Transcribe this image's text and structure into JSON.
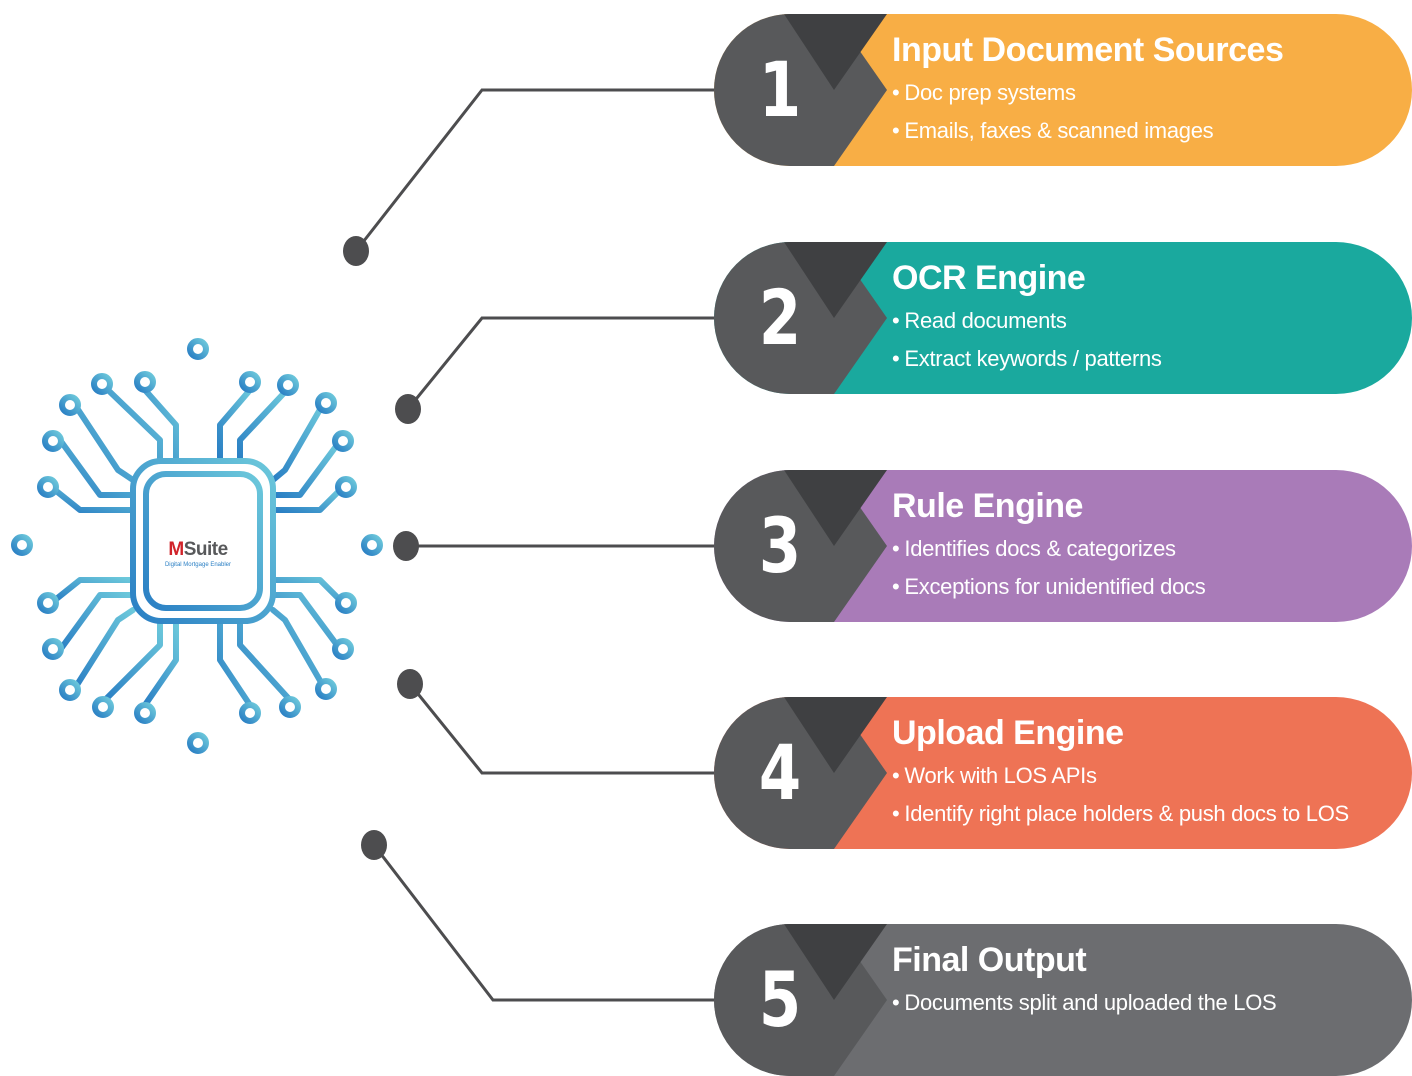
{
  "logo": {
    "brand": "MSuite",
    "tagline": "Digital Mortgage Enabler"
  },
  "steps": [
    {
      "number": "1",
      "title": "Input Document Sources",
      "color": "#f8ae45",
      "bullets": [
        "Doc prep systems",
        "Emails, faxes & scanned images"
      ]
    },
    {
      "number": "2",
      "title": "OCR Engine",
      "color": "#1aa99e",
      "bullets": [
        "Read documents",
        "Extract keywords / patterns"
      ]
    },
    {
      "number": "3",
      "title": "Rule Engine",
      "color": "#a97bb8",
      "bullets": [
        "Identifies docs & categorizes",
        "Exceptions for unidentified docs"
      ]
    },
    {
      "number": "4",
      "title": "Upload Engine",
      "color": "#ee7355",
      "bullets": [
        "Work with LOS APIs",
        "Identify right place holders  & push docs to LOS"
      ]
    },
    {
      "number": "5",
      "title": "Final Output",
      "color": "#6c6d70",
      "bullets": [
        "Documents split and uploaded the LOS"
      ]
    }
  ],
  "colors": {
    "number_zone": "#58595b",
    "number_zone_dark": "#3f4042",
    "connector": "#4d4d4f",
    "circuit_light": "#6cc8db",
    "circuit_dark": "#2a7fc4",
    "logo_red": "#d1232a",
    "logo_gray": "#58595b"
  }
}
